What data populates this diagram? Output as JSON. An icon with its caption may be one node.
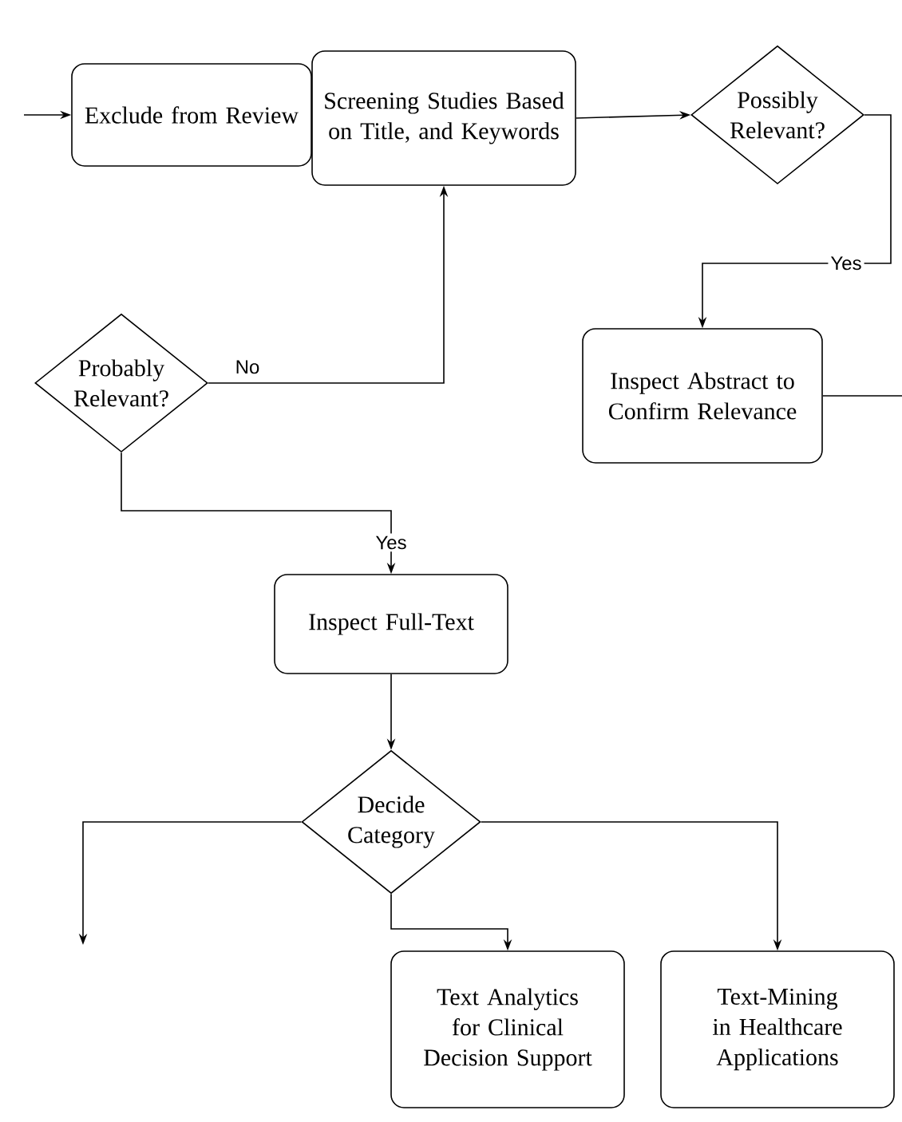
{
  "diagram": {
    "nodes": [
      {
        "text": [
          "Exclude from Review"
        ]
      },
      {
        "text": [
          "Screening Studies Based on Title, and Keywords"
        ]
      },
      {
        "text": [
          "Possibly Relevant?"
        ]
      },
      {
        "text": [
          "Probably Relevant?"
        ]
      },
      {
        "text": [
          "Inspect Abstract to Confirm Relevance"
        ]
      },
      {
        "text": [
          "Inspect Full-Text"
        ]
      },
      {
        "text": [
          "Decide Category"
        ]
      },
      {
        "text": [
          "Text Analytics for Clinical Decision Support"
        ]
      },
      {
        "text": [
          "Text-Mining in Healthcare Applications"
        ]
      }
    ],
    "edges": [
      {
        "from": null,
        "to": 0,
        "arrow": "to"
      },
      {
        "from": 1,
        "to": 2,
        "arrow": "to"
      },
      {
        "from": 2,
        "to": 4,
        "arrow": "to",
        "label": "Yes"
      },
      {
        "from": 3,
        "to": 1,
        "arrow": "to",
        "label": "No"
      },
      {
        "from": 4,
        "to": null,
        "arrow": "none"
      },
      {
        "from": 3,
        "to": 5,
        "arrow": "to",
        "label": "Yes"
      },
      {
        "from": 5,
        "to": 6,
        "arrow": "to"
      },
      {
        "from": 6,
        "to": 7,
        "arrow": "to"
      },
      {
        "from": 6,
        "to": 8,
        "arrow": "to"
      },
      {
        "from": 6,
        "to": null,
        "arrow": "to"
      }
    ]
  }
}
